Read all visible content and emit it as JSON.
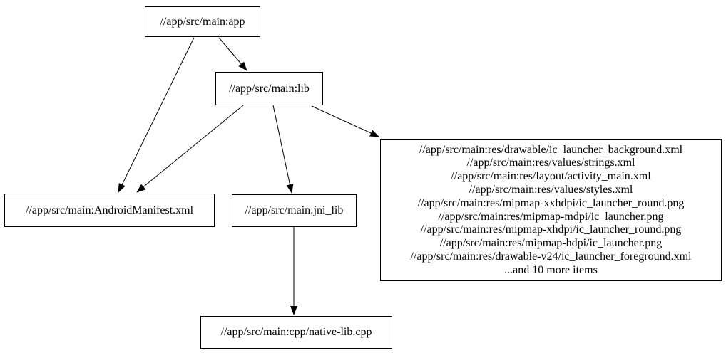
{
  "graph": {
    "type": "dependency-graph",
    "style": "graphviz-digraph",
    "background_color": "#ffffff",
    "node_border_color": "#000000",
    "node_fill_color": "#ffffff",
    "edge_color": "#000000",
    "text_color": "#000000",
    "nodes": {
      "app": {
        "label": "//app/src/main:app"
      },
      "lib": {
        "label": "//app/src/main:lib"
      },
      "android_manifest": {
        "label": "//app/src/main:AndroidManifest.xml"
      },
      "jni_lib": {
        "label": "//app/src/main:jni_lib"
      },
      "native_lib_cpp": {
        "label": "//app/src/main:cpp/native-lib.cpp"
      },
      "res_group": {
        "lines": [
          "//app/src/main:res/drawable/ic_launcher_background.xml",
          "//app/src/main:res/values/strings.xml",
          "//app/src/main:res/layout/activity_main.xml",
          "//app/src/main:res/values/styles.xml",
          "//app/src/main:res/mipmap-xxhdpi/ic_launcher_round.png",
          "//app/src/main:res/mipmap-mdpi/ic_launcher.png",
          "//app/src/main:res/mipmap-xhdpi/ic_launcher_round.png",
          "//app/src/main:res/mipmap-hdpi/ic_launcher.png",
          "//app/src/main:res/drawable-v24/ic_launcher_foreground.xml",
          "...and 10 more items"
        ]
      }
    },
    "edges": [
      {
        "from": "app",
        "to": "lib"
      },
      {
        "from": "app",
        "to": "android_manifest"
      },
      {
        "from": "lib",
        "to": "android_manifest"
      },
      {
        "from": "lib",
        "to": "jni_lib"
      },
      {
        "from": "lib",
        "to": "res_group"
      },
      {
        "from": "jni_lib",
        "to": "native_lib_cpp"
      }
    ]
  }
}
